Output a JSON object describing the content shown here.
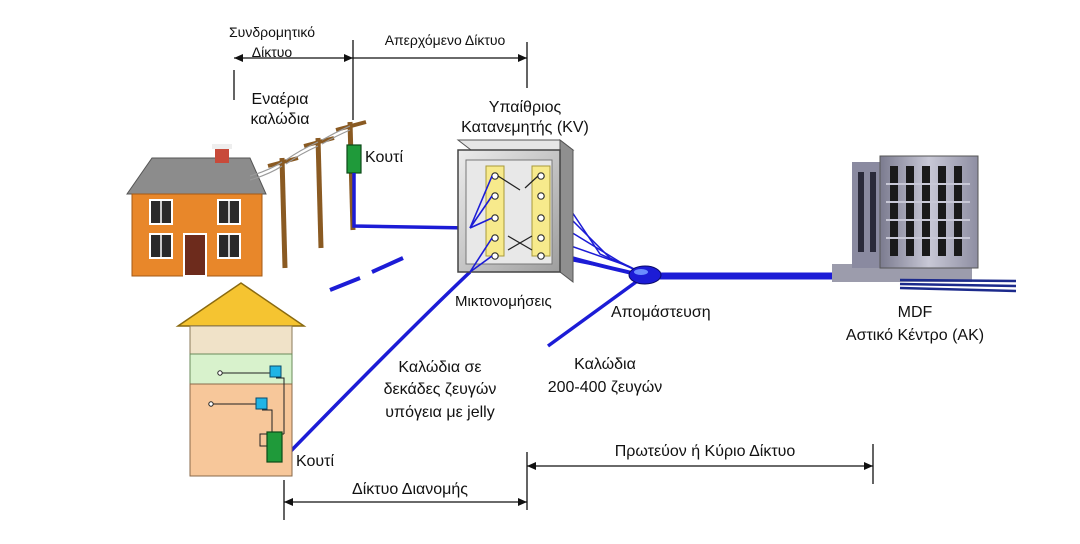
{
  "labels": {
    "subscriber_network_1": "Συνδρομητικό",
    "subscriber_network_2": "Δίκτυο",
    "feeder_network": "Απερχόμενο Δίκτυο",
    "aerial_cables_1": "Εναέρια",
    "aerial_cables_2": "καλώδια",
    "box_top": "Κουτί",
    "outdoor_distributor_1": "Υπαίθριος",
    "outdoor_distributor_2": "Κατανεμητής (KV)",
    "jumpers": "Μικτονομήσεις",
    "isolation": "Απομάστευση",
    "mdf_1": "MDF",
    "mdf_2": "Αστικό Κέντρο (ΑΚ)",
    "cables_decades_1": "Καλώδια σε",
    "cables_decades_2": "δεκάδες ζευγών",
    "cables_decades_3": "υπόγεια με jelly",
    "cables_pairs_1": "Καλώδια",
    "cables_pairs_2": "200-400 ζευγών",
    "box_bottom": "Κουτί",
    "primary_network": "Πρωτεύον ή Κύριο Δίκτυο",
    "distribution_network": "Δίκτυο Διανομής"
  },
  "colors": {
    "cable": "#1c1cd6",
    "house_wall": "#e8872a",
    "house_roof": "#8c8c8c",
    "building_roof": "#f5c431",
    "building_upper": "#d8f2cc",
    "building_lower": "#f7c79a",
    "box_green": "#1f9a3a",
    "dp_blue": "#20b4e6",
    "cabinet": "#d4d4d4",
    "distributor_strip": "#f7ea8c"
  }
}
